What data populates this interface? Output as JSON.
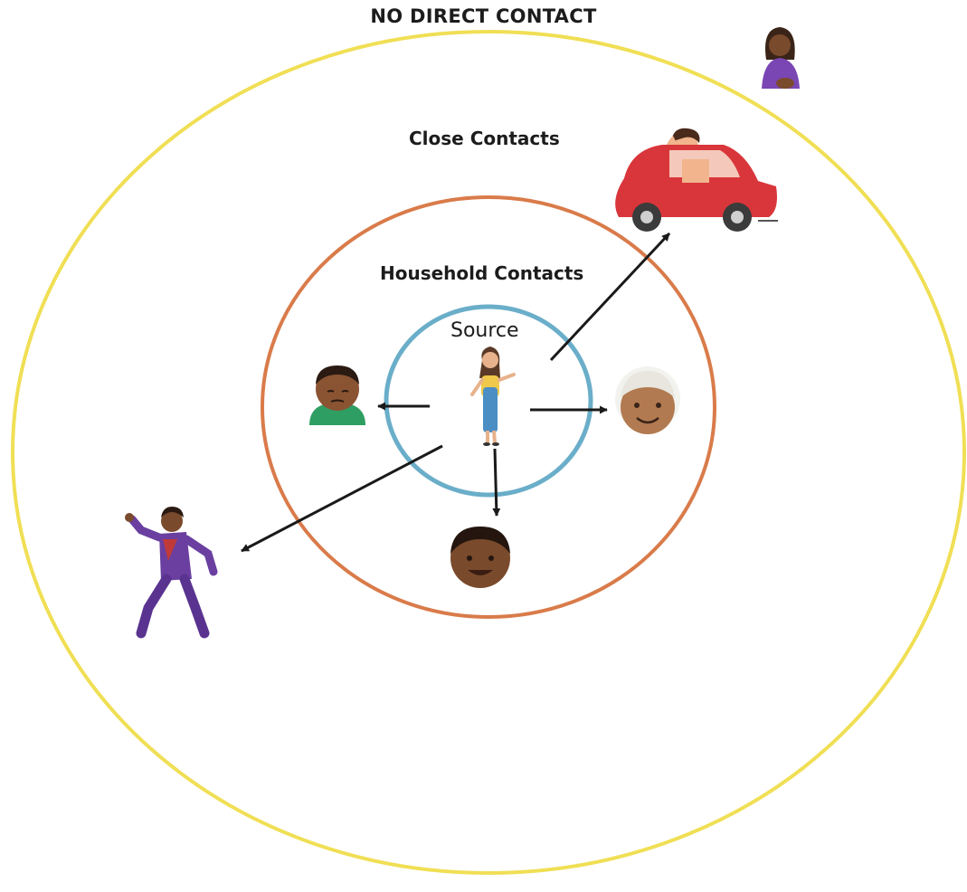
{
  "diagram": {
    "outer_label": "NO DIRECT CONTACT",
    "ring_close_label": "Close Contacts",
    "ring_household_label": "Household Contacts",
    "center_label": "Source",
    "colors": {
      "close_ring": "#f0df55",
      "household_ring": "#d97b4a",
      "source_ring": "#6aaec9",
      "arrow": "#1a1a1a"
    },
    "figures": [
      "source-woman",
      "household-boy",
      "household-grandparent",
      "household-man",
      "close-driver-in-red-car",
      "close-dancing-man",
      "no-contact-woman"
    ]
  }
}
